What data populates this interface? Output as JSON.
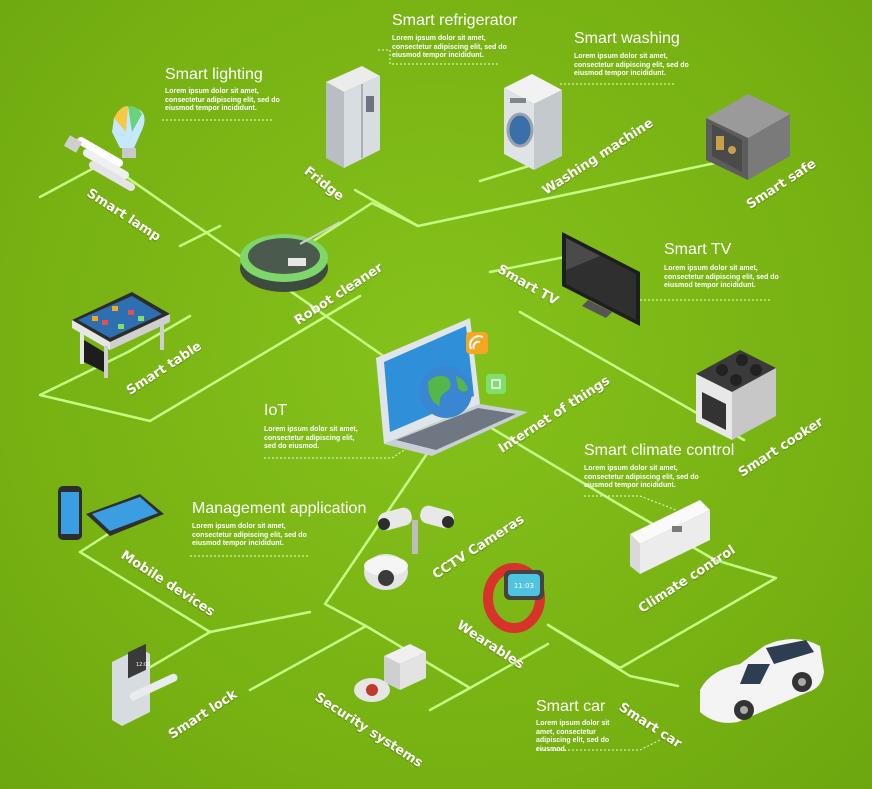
{
  "titles": {
    "smart_lighting": "Smart lighting",
    "smart_refrigerator": "Smart refrigerator",
    "smart_washing": "Smart washing",
    "smart_tv": "Smart TV",
    "iot": "IoT",
    "smart_climate_control": "Smart climate control",
    "management_application": "Management application",
    "smart_car": "Smart car"
  },
  "descriptions": {
    "smart_lighting": "Lorem ipsum dolor sit amet, consectetur adipiscing elit, sed do eiusmod tempor incididunt.",
    "smart_refrigerator": "Lorem ipsum dolor sit amet, consectetur adipiscing elit, sed do eiusmod tempor incididunt.",
    "smart_washing": "Lorem ipsum dolor sit amet, consectetur adipiscing elit, sed do eiusmod tempor incididunt.",
    "smart_tv": "Lorem ipsum dolor sit amet, consectetur adipiscing elit, sed do eiusmod tempor incididunt.",
    "iot": "Lorem ipsum dolor sit amet, consectetur adipiscing elit, sed do eiusmod.",
    "smart_climate_control": "Lorem ipsum dolor sit amet, consectetur adipiscing elit, sed do eiusmod tempor incididunt.",
    "management_application": "Lorem ipsum dolor sit amet, consectetur adipiscing elit, sed do eiusmod tempor incididunt.",
    "smart_car": "Lorem ipsum dolor sit amet, consectetur adipiscing elit, sed do eiusmod."
  },
  "labels": {
    "smart_lamp": "Smart lamp",
    "fridge": "Fridge",
    "washing_machine": "Washing machine",
    "smart_safe": "Smart safe",
    "robot_cleaner": "Robot cleaner",
    "smart_tv": "Smart TV",
    "smart_table": "Smart table",
    "internet_of_things": "Internet of things",
    "smart_cooker": "Smart cooker",
    "cctv_cameras": "CCTV Cameras",
    "mobile_devices": "Mobile devices",
    "climate_control": "Climate control",
    "wearables": "Wearables",
    "smart_lock": "Smart lock",
    "security_systems": "Security systems",
    "smart_car": "Smart car"
  },
  "device_text": {
    "watch_time": "11:03",
    "lock_time": "12:00"
  },
  "colors": {
    "background": "#7cb518",
    "line": "#c9ff8a",
    "accent_orange": "#f5a623",
    "screen_blue": "#2f8fd8"
  }
}
